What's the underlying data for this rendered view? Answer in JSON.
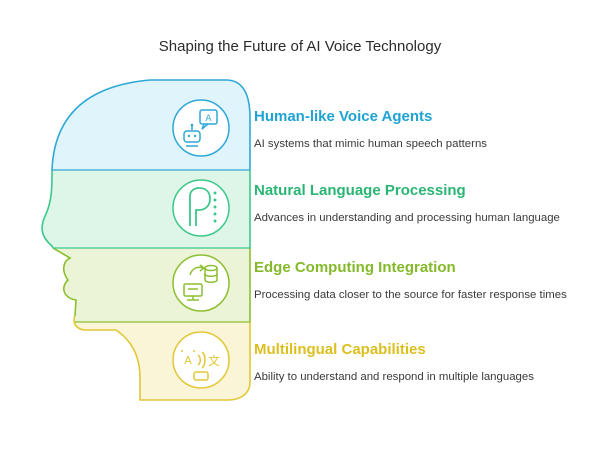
{
  "title": "Shaping the Future of AI Voice Technology",
  "colors": {
    "band1_fill": "#dff4fb",
    "band1_stroke": "#2ea8d6",
    "band1_text": "#1fa3d4",
    "band2_fill": "#ddf6e8",
    "band2_stroke": "#3cc88a",
    "band2_text": "#2bb575",
    "band3_fill": "#ebf4d6",
    "band3_stroke": "#8cbf2f",
    "band3_text": "#84b92a",
    "band4_fill": "#fbf5d8",
    "band4_stroke": "#e2c736",
    "band4_text": "#dcbf1c"
  },
  "items": [
    {
      "heading": "Human-like Voice Agents",
      "description": "AI systems that mimic human speech patterns",
      "icon": "robot-speech-icon"
    },
    {
      "heading": "Natural Language Processing",
      "description": "Advances in understanding and processing human language",
      "icon": "language-processing-icon"
    },
    {
      "heading": "Edge Computing Integration",
      "description": "Processing data closer to the source for faster response times",
      "icon": "edge-computing-icon"
    },
    {
      "heading": "Multilingual Capabilities",
      "description": "Ability to understand and respond in multiple languages",
      "icon": "translate-icon"
    }
  ]
}
